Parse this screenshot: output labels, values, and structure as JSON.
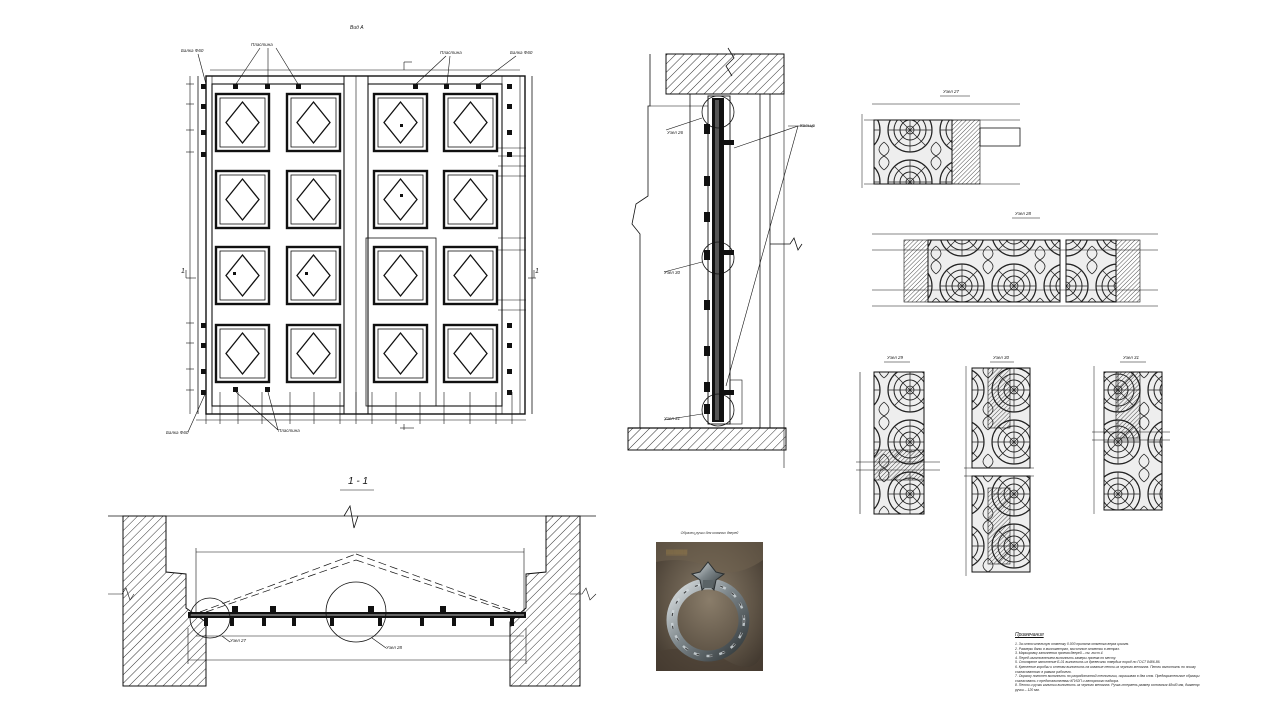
{
  "views": {
    "view_a": "Вид А",
    "section_1_1": "1 - 1",
    "section_marker": "1"
  },
  "labels": {
    "beam_left": "Балка Ф60",
    "beam_right": "Балка Ф60",
    "beam_bottom": "Балка Ф60",
    "plate_top_left": "Пластина",
    "plate_top_right": "Пластина",
    "plate_bottom": "Пластина",
    "knot_26": "Узел 26",
    "knot_30": "Узел 30",
    "knot_31": "Узел 31",
    "ring": "Кольцо",
    "knot_27": "Узел 27",
    "knot_28": "Узел 28"
  },
  "details": {
    "d27": "Узел 27",
    "d28": "Узел 28",
    "d29": "Узел 29",
    "d30": "Узел 30",
    "d31": "Узел 31"
  },
  "photo": {
    "caption": "Образец ручки для кованых дверей"
  },
  "notes": {
    "title": "Примечания",
    "items": [
      "1. За относительную отметку 0.000 принята отметка верха цоколя.",
      "2. Размеры даны в миллиметрах, высотные отметки в метрах.",
      "3. Маркировку заполнения проема дверей – см. лист 4.",
      "4. Перед изготовлением выполнить замеры проема по месту.",
      "5. Столярное заполнение Б-01 выполнить из древесины твердых пород по ГОСТ 8486-86.",
      "6. Крепление коробки к стенам выполнить на кованые петли из черного металла. Петли выполнить по эскизу согласованного в рамках рабочего.",
      "7. Окраску полотен выполнить по разработанной технологии, окрашивая в два слоя. Предварительные образцы согласовать с представителями КГИОП и авторского надзора.",
      "8. Петли и ручки калитки выполнить из черного металла. Ручка-стержень размер основания 48x40 мм, диаметр ручки – 120 мм."
    ]
  }
}
